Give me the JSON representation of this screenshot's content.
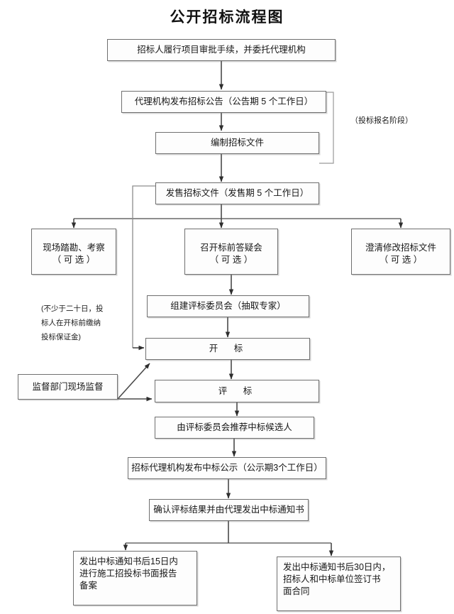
{
  "diagram": {
    "title": "公开招标流程图",
    "nodes": [
      {
        "id": "n1",
        "label": "招标人履行项目审批手续，并委托代理机构"
      },
      {
        "id": "n2",
        "label": "代理机构发布招标公告（公告期 5 个工作日）"
      },
      {
        "id": "n3",
        "label": "编制招标文件"
      },
      {
        "id": "n4",
        "label": "发售招标文件（发售期 5 个工作日）"
      },
      {
        "id": "n5",
        "line1": "现场踏勘、考察",
        "line2": "（ 可  选 ）"
      },
      {
        "id": "n6",
        "line1": "召开标前答疑会",
        "line2": "（ 可  选 ）"
      },
      {
        "id": "n7",
        "line1": "澄清修改招标文件",
        "line2": "（ 可  选 ）"
      },
      {
        "id": "n8",
        "label": "组建评标委员会（抽取专家）"
      },
      {
        "id": "n9",
        "label": "开　标"
      },
      {
        "id": "n10",
        "label": "评　标"
      },
      {
        "id": "n11",
        "label": "监督部门现场监督"
      },
      {
        "id": "n12",
        "label": "由评标委员会推荐中标候选人"
      },
      {
        "id": "n13",
        "label": "招标代理机构发布中标公示（公示期3个工作日）"
      },
      {
        "id": "n14",
        "label": "确认评标结果并由代理发出中标通知书"
      },
      {
        "id": "n15",
        "line1": "发出中标通知书后15日内",
        "line2": "进行施工招投标书面报告",
        "line3": "备案"
      },
      {
        "id": "n16",
        "line1": "发出中标通知书后30日内，",
        "line2": "招标人和中标单位签订书",
        "line3": "面合同"
      }
    ],
    "annotations": {
      "bid_registration_stage": "（投标报名阶段）",
      "deposit_note_l1": "(不少于二十日，投",
      "deposit_note_l2": "标人在开标前缴纳",
      "deposit_note_l3": "投标保证金)"
    },
    "colors": {
      "border": "#6f6f6f",
      "line": "#3a3a3a",
      "background": "#ffffff",
      "text": "#161616"
    }
  }
}
